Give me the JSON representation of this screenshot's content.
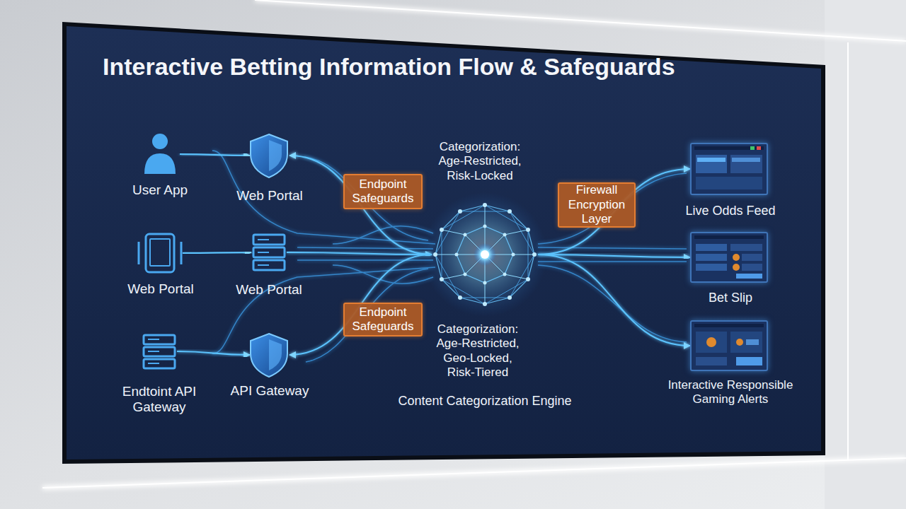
{
  "diagram": {
    "title": "Interactive Betting Information Flow & Safeguards",
    "nodes": [
      {
        "text": [
          "User App"
        ]
      },
      {
        "text": [
          "Web Portal"
        ]
      },
      {
        "text": [
          "Web Portal"
        ]
      },
      {
        "text": [
          "Web Portal"
        ]
      },
      {
        "text": [
          "Endtoint API Gateway"
        ]
      },
      {
        "text": [
          "API Gateway"
        ]
      },
      {
        "text": [
          "Endpoint Safeguards"
        ]
      },
      {
        "text": [
          "Endpoint Safeguards"
        ]
      },
      {
        "text": [
          "Content Categorization Engine"
        ]
      },
      {
        "text": [
          "Firewall Encryption Layer"
        ]
      },
      {
        "text": [
          "Live Odds Feed"
        ]
      },
      {
        "text": [
          "Bet Slip"
        ]
      },
      {
        "text": [
          "Interactive Responsible Gaming Alerts"
        ]
      }
    ],
    "edges": [
      {
        "from": 0,
        "to": 1,
        "arrow": "to"
      },
      {
        "from": 2,
        "to": 3,
        "arrow": "to"
      },
      {
        "from": 4,
        "to": 5,
        "arrow": "to"
      },
      {
        "from": 3,
        "to": 8,
        "arrow": "to"
      },
      {
        "from": 8,
        "to": 1,
        "arrow": "to"
      },
      {
        "from": 8,
        "to": 5,
        "arrow": "to"
      },
      {
        "from": 8,
        "to": 10,
        "arrow": "to"
      },
      {
        "from": 8,
        "to": 11,
        "arrow": "to"
      },
      {
        "from": 8,
        "to": 12,
        "arrow": "to"
      }
    ],
    "labels": [
      "Categorization: Age-Restricted, Risk-Locked",
      "Categorization: Age-Restricted, Geo-Locked, Risk-Tiered"
    ]
  }
}
